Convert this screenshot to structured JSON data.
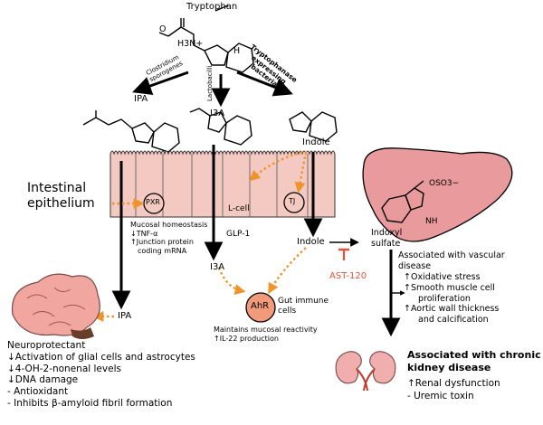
{
  "molecules": {
    "tryptophan": "Tryptophan",
    "ipa": "IPA",
    "i3a": "I3A",
    "indole": "Indole",
    "indoxyl_sulfate_line1": "Indoxyl",
    "indoxyl_sulfate_line2": "sulfate",
    "amine": "H3N+",
    "carboxylate": "O",
    "nh": "H",
    "sulfate": "OSO3−",
    "nh_indoxyl": "NH"
  },
  "enzymes": {
    "clostridium_line1": "Clostridium",
    "clostridium_line2": "sporogenes",
    "lactobacilli": "Lactobacilli",
    "trypt_line1": "Tryptophanase",
    "trypt_line2": "expressing",
    "trypt_line3": "bacteria"
  },
  "epithelium": {
    "label_line1": "Intestinal",
    "label_line2": "epithelium",
    "pxr": "PXR",
    "lcell": "L-cell",
    "tj": "TJ",
    "mucosal_lines": [
      "Mucosal homeostasis",
      "↓TNF-α",
      "↑Junction protein",
      "coding mRNA"
    ],
    "glp1": "GLP-1",
    "i3a_lower": "I3A",
    "indole_lower": "Indole",
    "ipa_lower": "IPA"
  },
  "immune": {
    "ahr": "AhR",
    "gut_immune_line1": "Gut immune",
    "gut_immune_line2": "cells",
    "maintains_line1": "Maintains mucosal reactivity",
    "maintains_line2": "↑IL-22 production"
  },
  "inhibitor": {
    "ast120": "AST-120"
  },
  "brain_effects": {
    "title": "Neuroprotectant",
    "lines": [
      "↓Activation of glial cells and astrocytes",
      "↓4-OH-2-nonenal levels",
      "↓DNA damage",
      "- Antioxidant",
      "- Inhibits β-amyloid fibril formation"
    ]
  },
  "vascular": {
    "line1": "Associated with vascular",
    "line2": "disease",
    "lines": [
      "↑Oxidative stress",
      "↑Smooth muscle cell",
      "proliferation",
      "↑Aortic wall thickness",
      "and calcification"
    ]
  },
  "kidney": {
    "title_line1": "Associated with chronic",
    "title_line2": "kidney disease",
    "lines": [
      "↑Renal dysfunction",
      "- Uremic toxin"
    ]
  },
  "colors": {
    "epithelium_fill": "#f3c9c2",
    "liver_fill": "#e89a9c",
    "brain_fill": "#f2a6a0",
    "kidney_fill": "#f0aeae",
    "dotted_arrow": "#f0932b",
    "ast120": "#e8503a"
  }
}
